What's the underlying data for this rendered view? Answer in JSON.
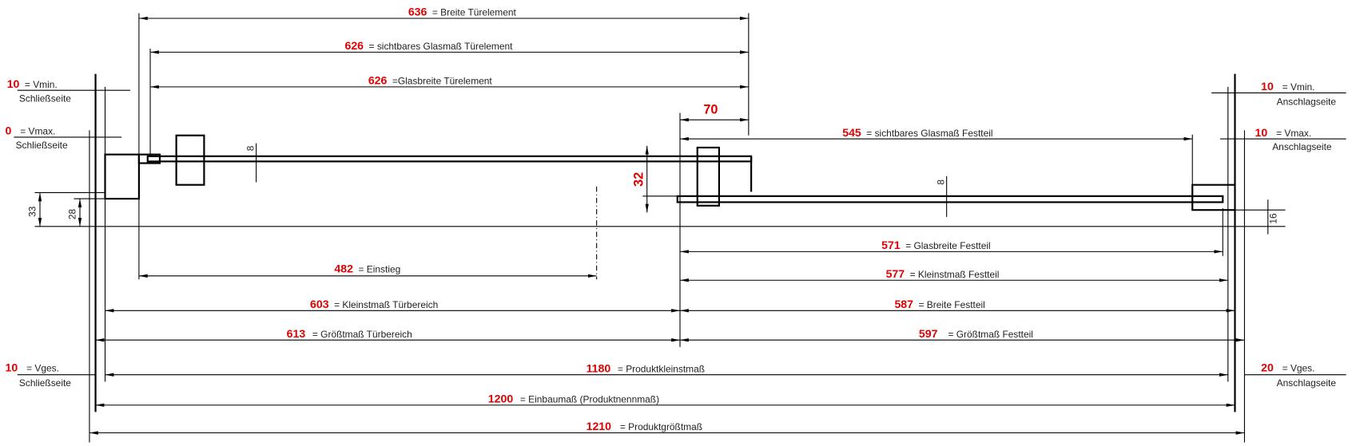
{
  "colors": {
    "value": "#e00000",
    "line": "#000000"
  },
  "dims": [
    {
      "value": "636",
      "label": "= Breite Türelement"
    },
    {
      "value": "626",
      "label": "= sichtbares Glasmaß Türelement"
    },
    {
      "value": "626",
      "label": "=Glasbreite Türelement"
    },
    {
      "value": "70",
      "label": ""
    },
    {
      "value": "545",
      "label": "= sichtbares Glasmaß Festteil"
    },
    {
      "value": "32",
      "label": ""
    },
    {
      "value": "8",
      "label": ""
    },
    {
      "value": "8",
      "label": ""
    },
    {
      "value": "33",
      "label": ""
    },
    {
      "value": "28",
      "label": ""
    },
    {
      "value": "16",
      "label": ""
    },
    {
      "value": "571",
      "label": "= Glasbreite Festteil"
    },
    {
      "value": "482",
      "label": "= Einstieg"
    },
    {
      "value": "577",
      "label": "= Kleinstmaß Festteil"
    },
    {
      "value": "603",
      "label": "= Kleinstmaß Türbereich"
    },
    {
      "value": "587",
      "label": "= Breite Festteil"
    },
    {
      "value": "613",
      "label": "= Größtmaß Türbereich"
    },
    {
      "value": "597",
      "label": "= Größtmaß Festteil"
    },
    {
      "value": "1180",
      "label": "= Produktkleinstmaß"
    },
    {
      "value": "1200",
      "label": "= Einbaumaß (Produktnennmaß)"
    },
    {
      "value": "1210",
      "label": "= Produktgrößtmaß"
    }
  ],
  "side_notes": {
    "left": [
      {
        "value": "10",
        "label": "= Vmin.",
        "sub": "Schließseite"
      },
      {
        "value": "0",
        "label": "= Vmax.",
        "sub": "Schließseite"
      },
      {
        "value": "10",
        "label": "= Vges.",
        "sub": "Schließseite"
      }
    ],
    "right": [
      {
        "value": "10",
        "label": "= Vmin.",
        "sub": "Anschlagseite"
      },
      {
        "value": "10",
        "label": "= Vmax.",
        "sub": "Anschlagseite"
      },
      {
        "value": "20",
        "label": "= Vges.",
        "sub": "Anschlagseite"
      }
    ]
  }
}
